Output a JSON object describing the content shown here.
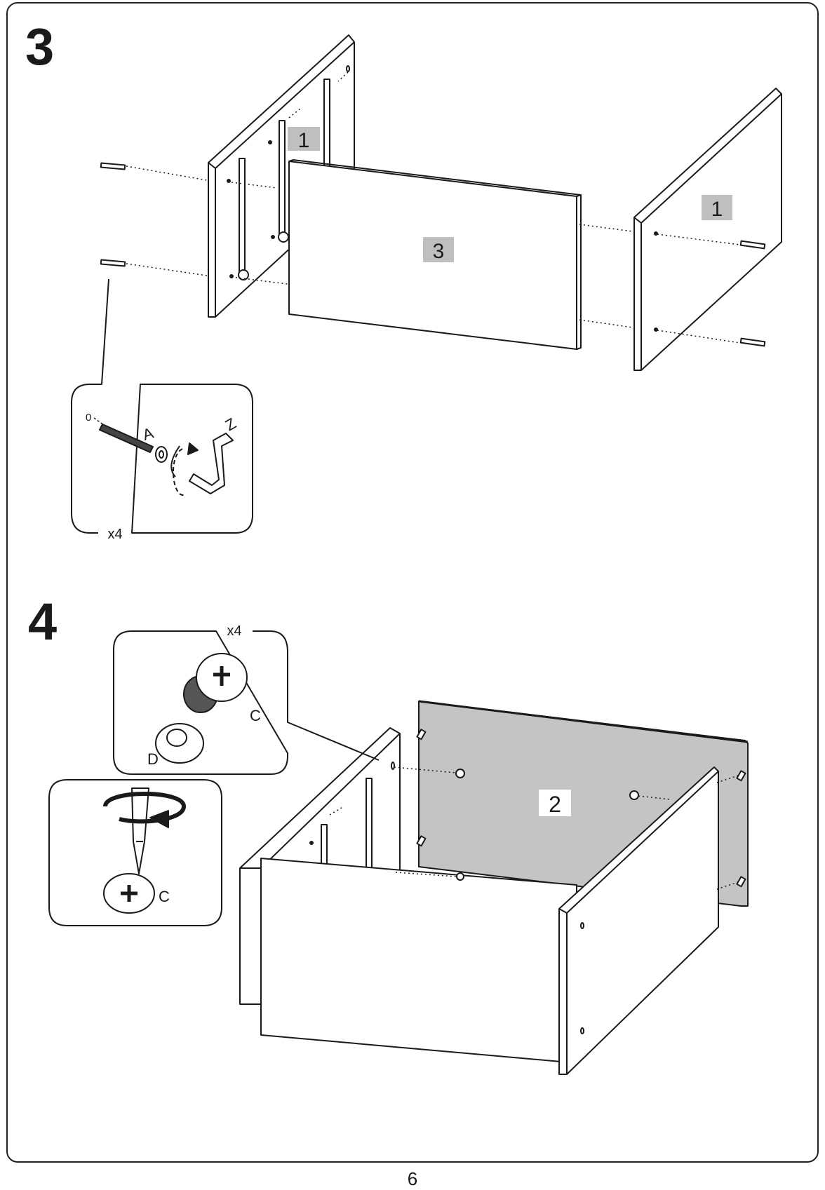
{
  "page": {
    "number": "6"
  },
  "step3": {
    "number": "3",
    "part_labels": {
      "side_left": "1",
      "front_panel": "3",
      "side_right": "1"
    },
    "detail": {
      "screw": "A",
      "key": "Z",
      "quantity": "x4"
    }
  },
  "step4": {
    "number": "4",
    "part_labels": {
      "back_panel": "2"
    },
    "detail_cam": {
      "quantity": "x4",
      "cam": "C",
      "dowel": "D"
    },
    "detail_screwdriver": {
      "cam": "C"
    }
  },
  "colors": {
    "label_fill": "#bfbfbf",
    "back_panel_fill": "#c4c4c4",
    "line": "#1a1a1a"
  }
}
